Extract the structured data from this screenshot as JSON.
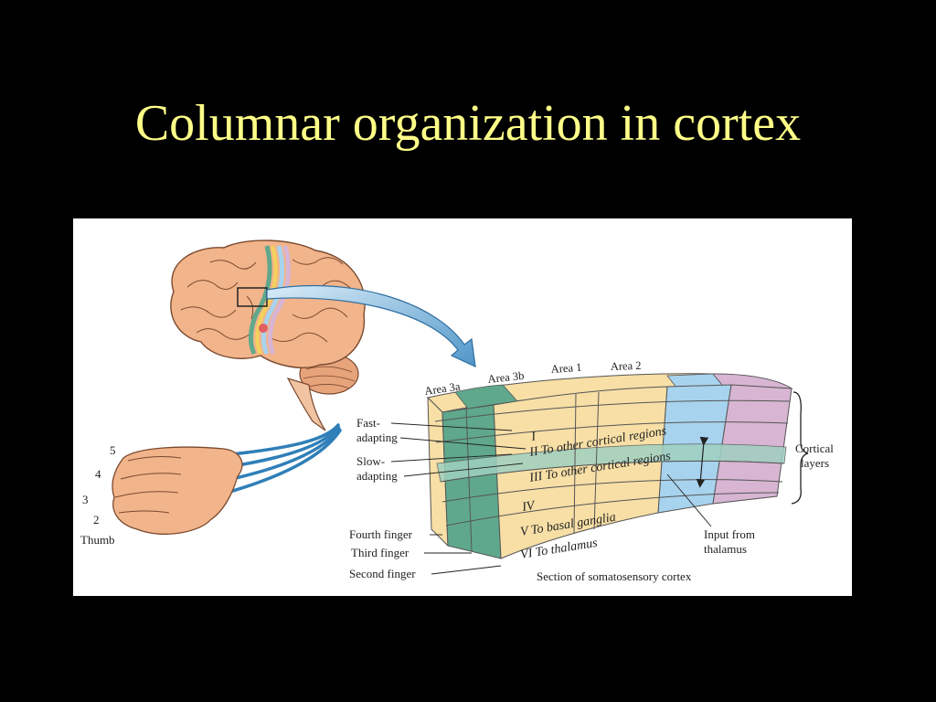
{
  "slide": {
    "title": "Columnar organization in cortex"
  },
  "figure": {
    "areas": [
      "Area 3a",
      "Area 3b",
      "Area 1",
      "Area 2"
    ],
    "layers": [
      "I",
      "II To other cortical regions",
      "III To other cortical regions",
      "IV",
      "V To basal ganglia",
      "VI To thalamus"
    ],
    "adapting": {
      "fast": [
        "Fast-",
        "adapting"
      ],
      "slow": [
        "Slow-",
        "adapting"
      ]
    },
    "fingers_left": [
      "5",
      "4",
      "3",
      "2",
      "Thumb"
    ],
    "fingers_labels": [
      "Fourth finger",
      "Third finger",
      "Second finger"
    ],
    "cortical_layers": [
      "Cortical",
      "layers"
    ],
    "input": [
      "Input from",
      "thalamus"
    ],
    "caption": "Section of somatosensory cortex",
    "colors": {
      "area_3a": "#f7dfa6",
      "area_3b": "#5fa88c",
      "area_1": "#f7dfa6",
      "area_2": "#a8d3ee",
      "area_extra": "#d7b5d3",
      "layer_iv": "#9fd0c0",
      "brain": "#f2b48a",
      "nerve": "#2f7fb8",
      "title": "#ffff88"
    }
  }
}
